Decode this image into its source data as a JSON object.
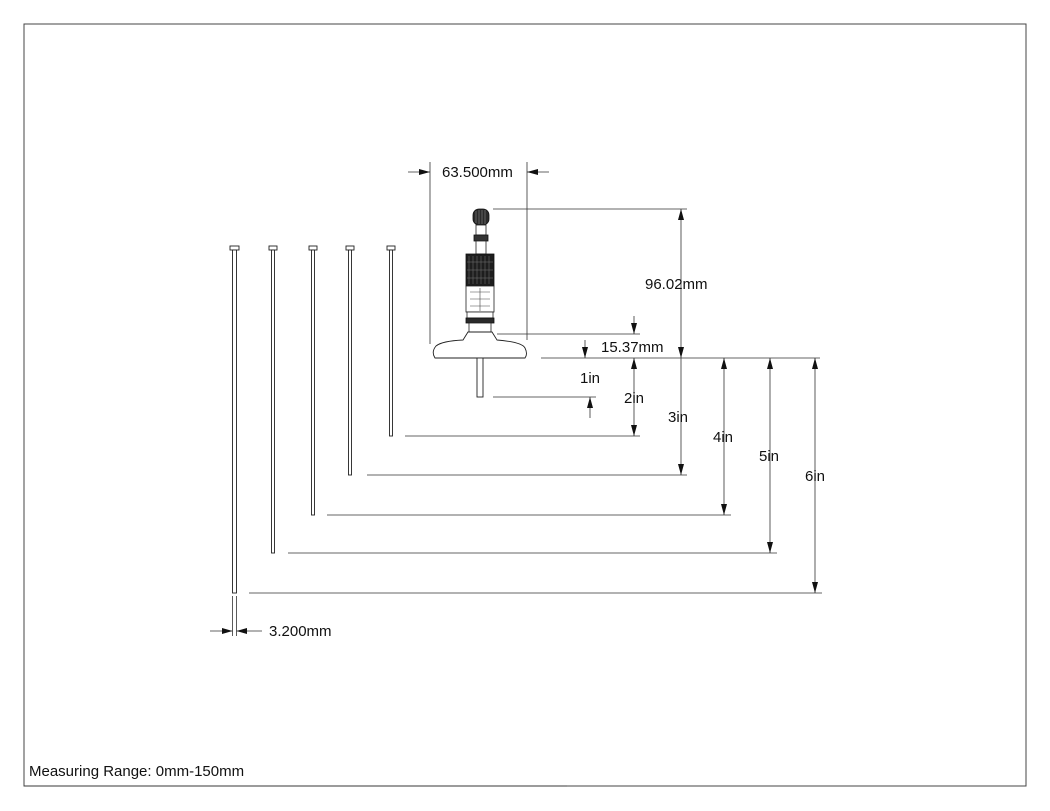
{
  "drawing": {
    "width_label": "63.500mm",
    "height_label": "96.02mm",
    "base_label": "15.37mm",
    "rod_diameter_label": "3.200mm",
    "measuring_range_label": "Measuring Range: 0mm-150mm",
    "rod_labels": [
      "1in",
      "2in",
      "3in",
      "4in",
      "5in",
      "6in"
    ]
  }
}
